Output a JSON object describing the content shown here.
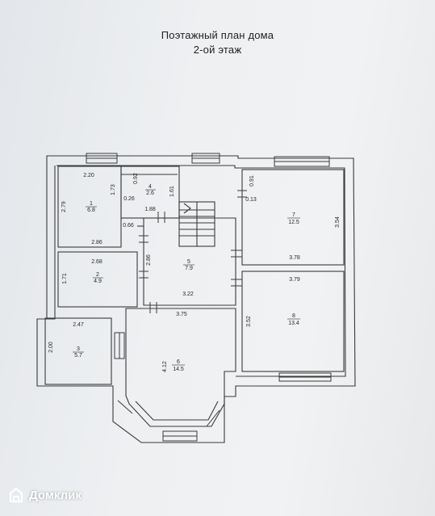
{
  "title": {
    "line1": "Поэтажный план дома",
    "line2": "2-ой этаж"
  },
  "rooms": [
    {
      "number": "1",
      "area": "6.8"
    },
    {
      "number": "2",
      "area": "4.9"
    },
    {
      "number": "3",
      "area": "5.7"
    },
    {
      "number": "4",
      "area": "2.6"
    },
    {
      "number": "5",
      "area": "7.9"
    },
    {
      "number": "6",
      "area": "14.5"
    },
    {
      "number": "7",
      "area": "12.5"
    },
    {
      "number": "8",
      "area": "13.4"
    }
  ],
  "dimensions": {
    "d220": "2.20",
    "d279": "2.79",
    "d173": "1.73",
    "d092": "0.92",
    "d026": "0.26",
    "d161": "1.61",
    "d188": "1.88",
    "d066": "0.66",
    "d286a": "2.86",
    "d268": "2.68",
    "d171": "1.71",
    "d286b": "2.86",
    "d322": "3.22",
    "d247": "2.47",
    "d200": "2.00",
    "d375": "3.75",
    "d412": "4.12",
    "d091": "0.91",
    "d013": "0.13",
    "d354": "3.54",
    "d378": "3.78",
    "d379": "3.79",
    "d352": "3.52"
  },
  "watermark": {
    "brand": "Домклик",
    "icon": "domclick-logo-icon"
  }
}
